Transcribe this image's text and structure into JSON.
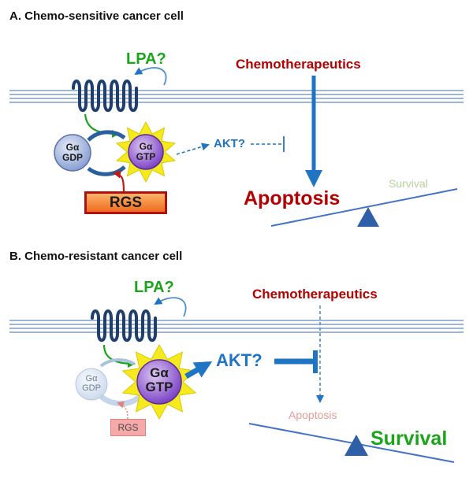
{
  "panel_a": {
    "title": "A. Chemo-sensitive cancer cell",
    "lpa": "LPA?",
    "chemotherapeutics": "Chemotherapeutics",
    "galpha_gdp": {
      "top": "Gα",
      "bottom": "GDP"
    },
    "galpha_gtp": {
      "top": "Gα",
      "bottom": "GTP"
    },
    "akt": "AKT?",
    "rgs": "RGS",
    "apoptosis": "Apoptosis",
    "survival": "Survival"
  },
  "panel_b": {
    "title": "B. Chemo-resistant cancer cell",
    "lpa": "LPA?",
    "chemotherapeutics": "Chemotherapeutics",
    "galpha_gdp": {
      "top": "Gα",
      "bottom": "GDP"
    },
    "galpha_gtp": {
      "top": "Gα",
      "bottom": "GTP"
    },
    "akt": "AKT?",
    "rgs": "RGS",
    "apoptosis": "Apoptosis",
    "survival": "Survival"
  },
  "colors": {
    "membrane": "#9fb6d6",
    "receptor": "#1f3f6e",
    "arrow_blue": "#1f74c4",
    "lpa_green": "#1aa51a",
    "chemo_red": "#b30000",
    "rgs_fill": "#f47a2b",
    "balance": "#4472c4"
  }
}
